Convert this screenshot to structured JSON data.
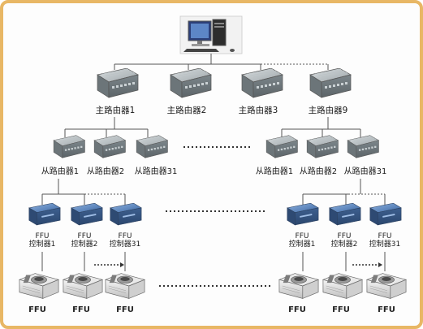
{
  "main_routers": {
    "labels": [
      "主路由器1",
      "主路由器2",
      "主路由器3",
      "主路由器9"
    ]
  },
  "sub_routers": {
    "left": [
      "从路由器1",
      "从路由器2",
      "从路由器31"
    ],
    "right": [
      "从路由器1",
      "从路由器2",
      "从路由器31"
    ]
  },
  "controllers": {
    "line1": "FFU",
    "left": [
      "控制器1",
      "控制器2",
      "控制器31"
    ],
    "right": [
      "控制器1",
      "控制器2",
      "控制器31"
    ]
  },
  "ffu_units": {
    "label": "FFU"
  },
  "colors": {
    "frame_border": "#e8b765",
    "router_body": "#8e979c",
    "controller_body": "#4f7bb5",
    "connector_line": "#555555",
    "dotted_line": "#333333"
  }
}
